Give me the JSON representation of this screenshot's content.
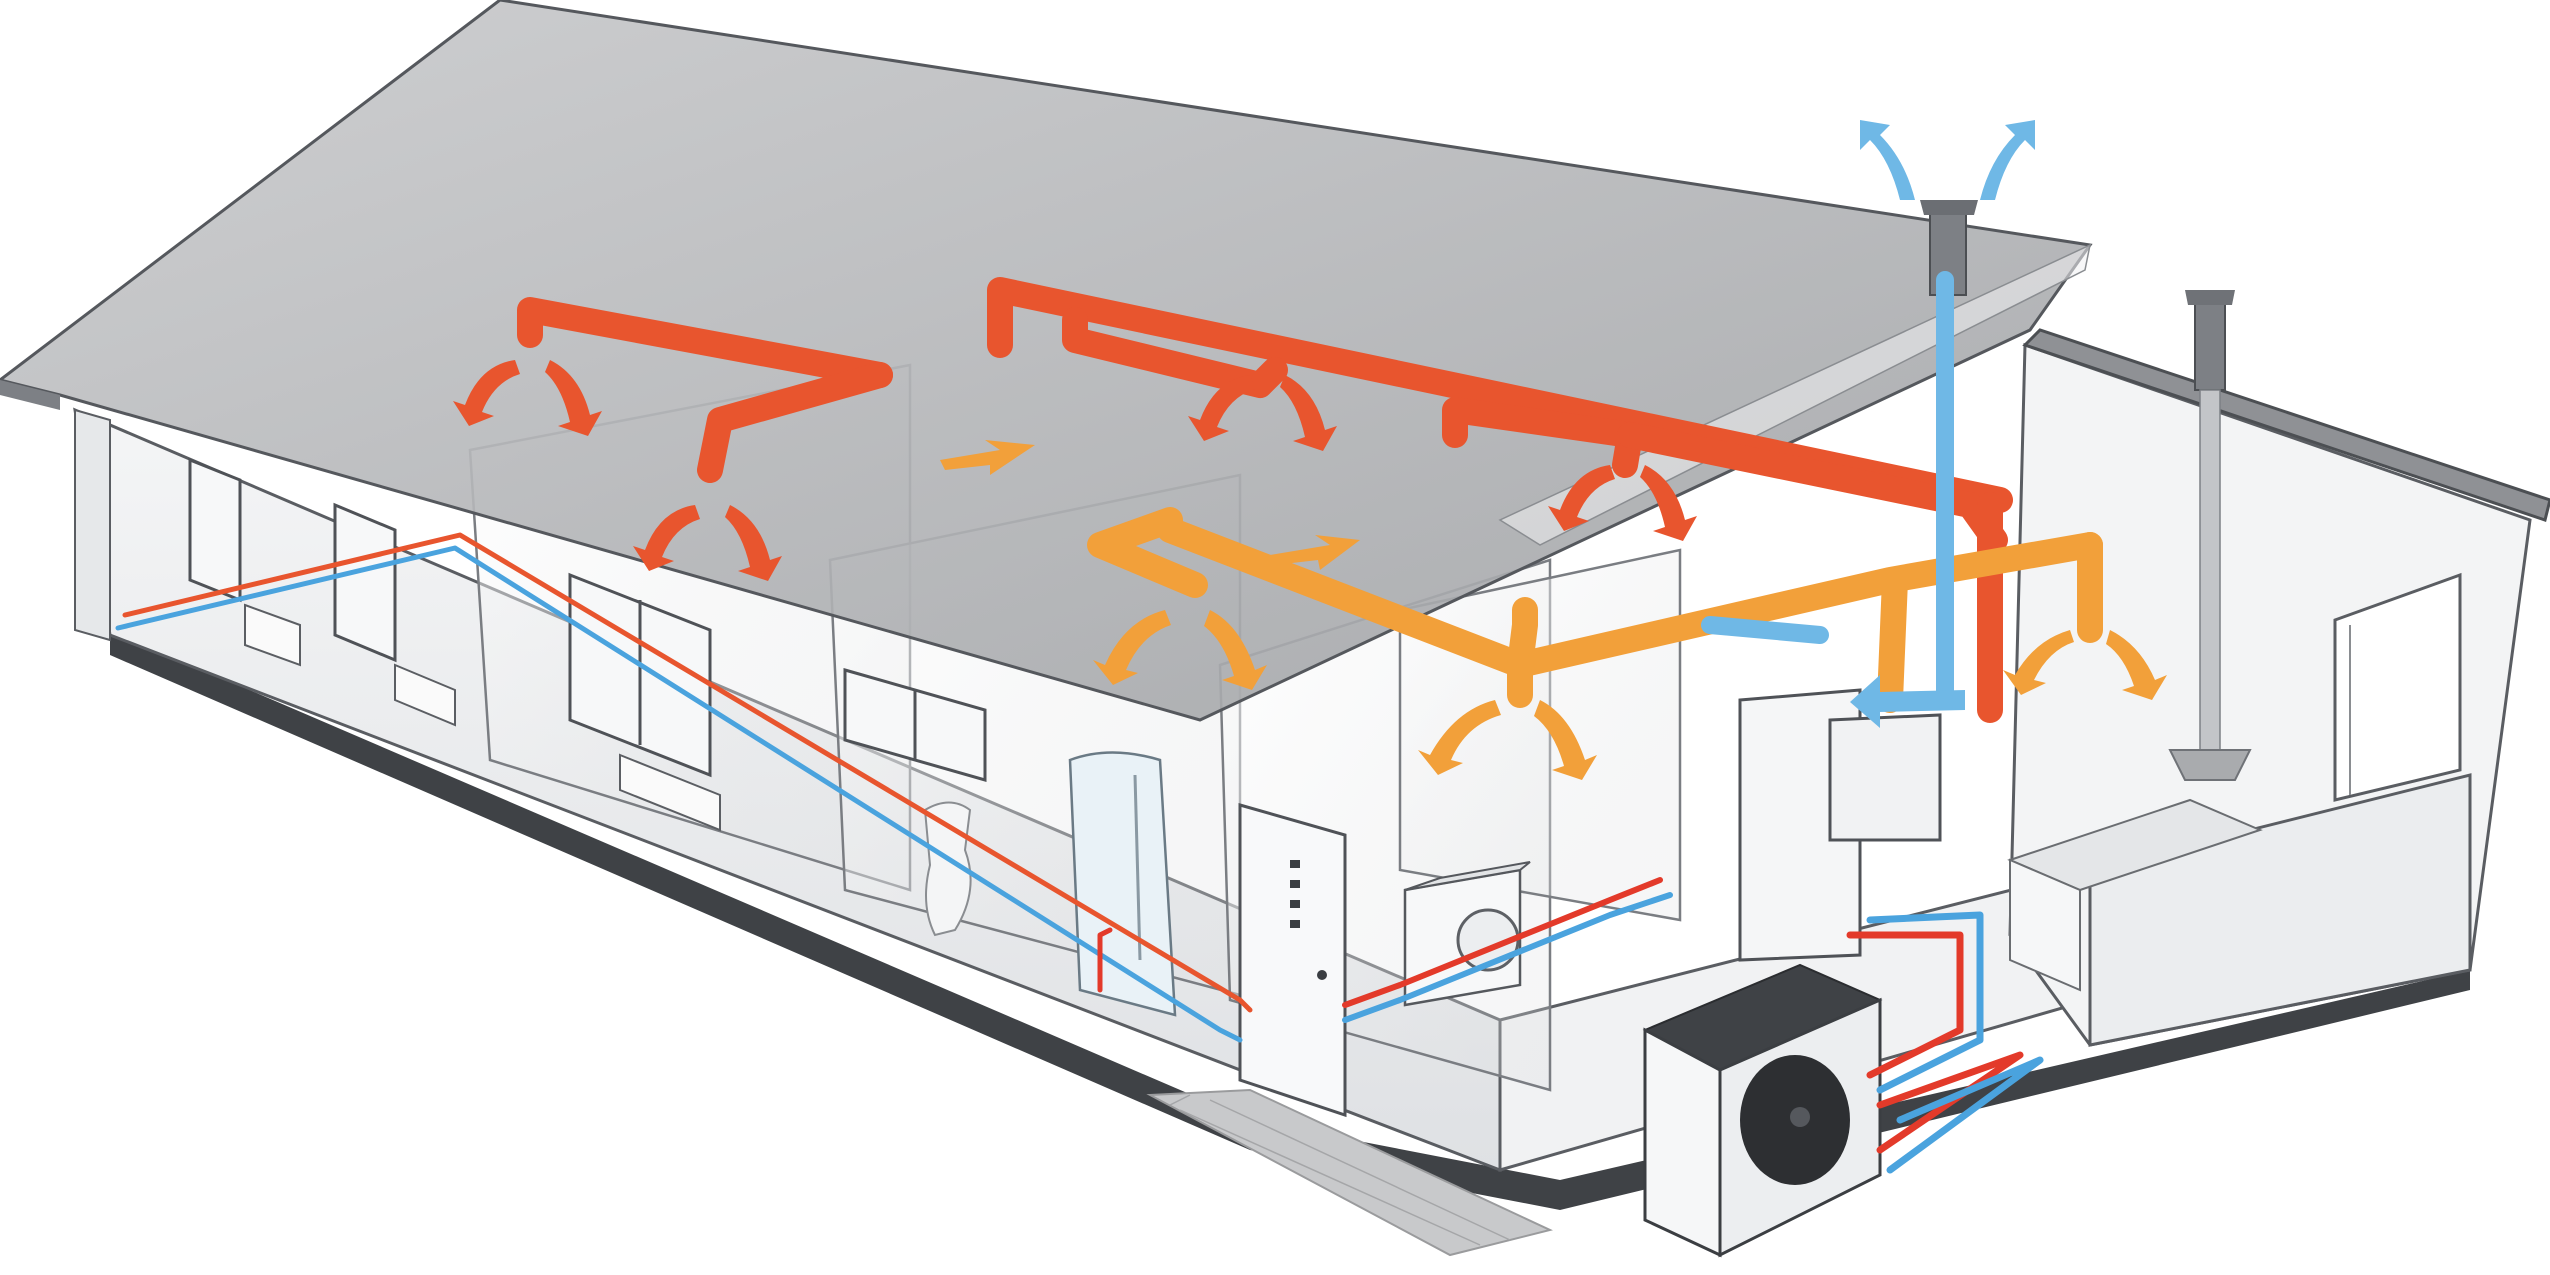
{
  "diagram": {
    "kind": "house-ventilation-cutaway",
    "colors": {
      "supply_air": "#f2a03a",
      "extract_air": "#e8552e",
      "outdoor_air": "#6fb8e6",
      "hot_water": "#e33a2a",
      "cold_water": "#4aa3de",
      "roof": "#b9babc",
      "wall": "#eef0f2",
      "floor_shadow": "#4a4d52"
    },
    "icons": {
      "exhaust": "roof-exhaust-arrows",
      "intake": "fresh-air-intake-arrow",
      "outdoor_unit": "heat-pump-fan-unit"
    }
  }
}
